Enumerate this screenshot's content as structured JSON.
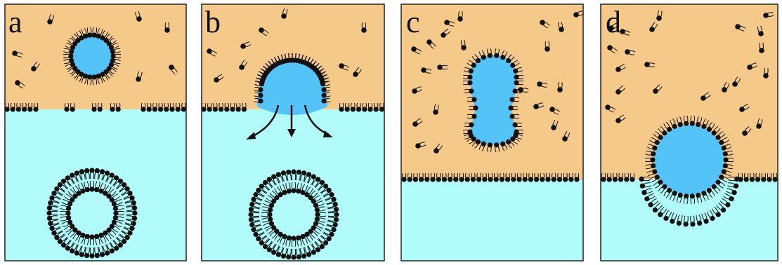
{
  "colors": {
    "oil": "#f5c98a",
    "water": "#b2fbfb",
    "droplet": "#54c3f7",
    "lipid": "#111111",
    "border": "#222222"
  },
  "panels": [
    {
      "label": "a"
    },
    {
      "label": "b"
    },
    {
      "label": "c"
    },
    {
      "label": "d"
    }
  ]
}
